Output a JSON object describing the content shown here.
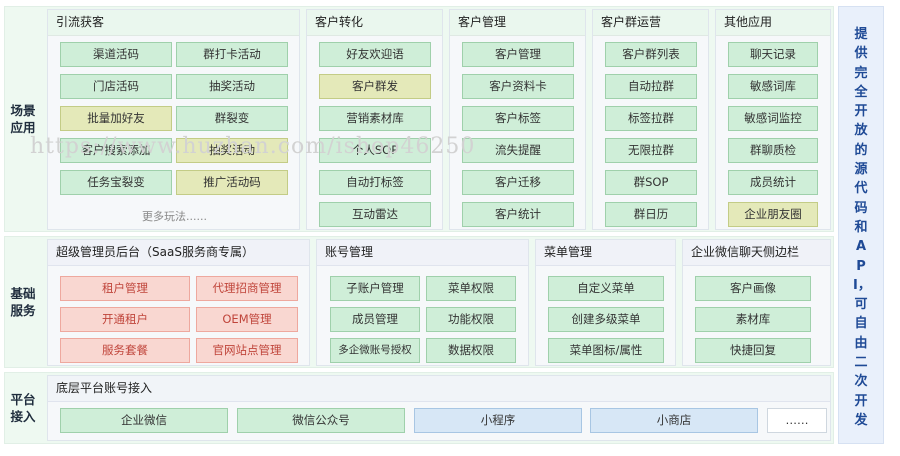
{
  "rows": {
    "scenario": "场景\n应用",
    "basic": "基础\n服务",
    "platform": "平台\n接入"
  },
  "right_bar": "提供完全开放的源代码和API，可自由二次开发",
  "watermark": "https://www.huzhan.com/ishop46250",
  "scenario": {
    "lead": {
      "title": "引流获客",
      "items": [
        "渠道活码",
        "群打卡活动",
        "门店活码",
        "抽奖活动",
        "批量加好友",
        "群裂变",
        "客户搜索添加",
        "抽奖活动",
        "任务宝裂变",
        "推广活动码"
      ],
      "more": "更多玩法......"
    },
    "convert": {
      "title": "客户转化",
      "items": [
        "好友欢迎语",
        "客户群发",
        "营销素材库",
        "个人SOP",
        "自动打标签",
        "互动雷达"
      ]
    },
    "customer": {
      "title": "客户管理",
      "items": [
        "客户管理",
        "客户资料卡",
        "客户标签",
        "流失提醒",
        "客户迁移",
        "客户统计"
      ]
    },
    "group": {
      "title": "客户群运营",
      "items": [
        "客户群列表",
        "自动拉群",
        "标签拉群",
        "无限拉群",
        "群SOP",
        "群日历"
      ]
    },
    "other": {
      "title": "其他应用",
      "items": [
        "聊天记录",
        "敏感词库",
        "敏感词监控",
        "群聊质检",
        "成员统计",
        "企业朋友圈"
      ]
    }
  },
  "basic": {
    "admin": {
      "title": "超级管理员后台（SaaS服务商专属）",
      "items": [
        "租户管理",
        "代理招商管理",
        "开通租户",
        "OEM管理",
        "服务套餐",
        "官网站点管理"
      ]
    },
    "account": {
      "title": "账号管理",
      "items": [
        "子账户管理",
        "菜单权限",
        "成员管理",
        "功能权限",
        "多企微账号授权",
        "数据权限"
      ]
    },
    "menu": {
      "title": "菜单管理",
      "items": [
        "自定义菜单",
        "创建多级菜单",
        "菜单图标/属性"
      ]
    },
    "sidebar": {
      "title": "企业微信聊天侧边栏",
      "items": [
        "客户画像",
        "素材库",
        "快捷回复"
      ]
    }
  },
  "platform": {
    "title": "底层平台账号接入",
    "items": [
      "企业微信",
      "微信公众号",
      "小程序",
      "小商店",
      "……"
    ]
  }
}
